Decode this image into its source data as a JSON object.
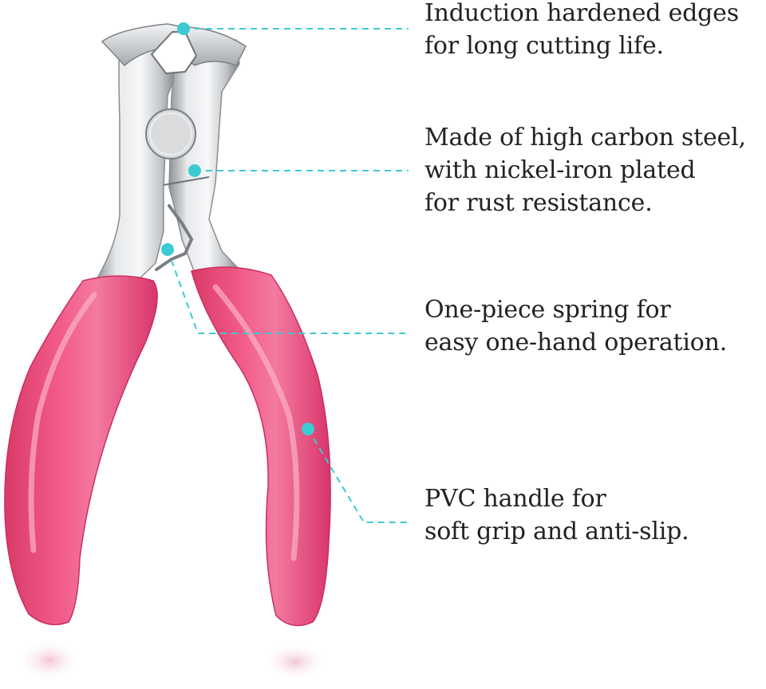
{
  "accent_color": "#3ccbd2",
  "handle_color": "#ef4f7f",
  "metal_color": "#d7d9db",
  "callouts": [
    {
      "lines": [
        "Induction hardened edges",
        "for long cutting life."
      ]
    },
    {
      "lines": [
        "Made of high carbon steel,",
        "with nickel-iron plated",
        "for rust resistance."
      ]
    },
    {
      "lines": [
        "One-piece spring for",
        "easy one-hand operation."
      ]
    },
    {
      "lines": [
        "PVC handle for",
        "soft grip and anti-slip."
      ]
    }
  ]
}
